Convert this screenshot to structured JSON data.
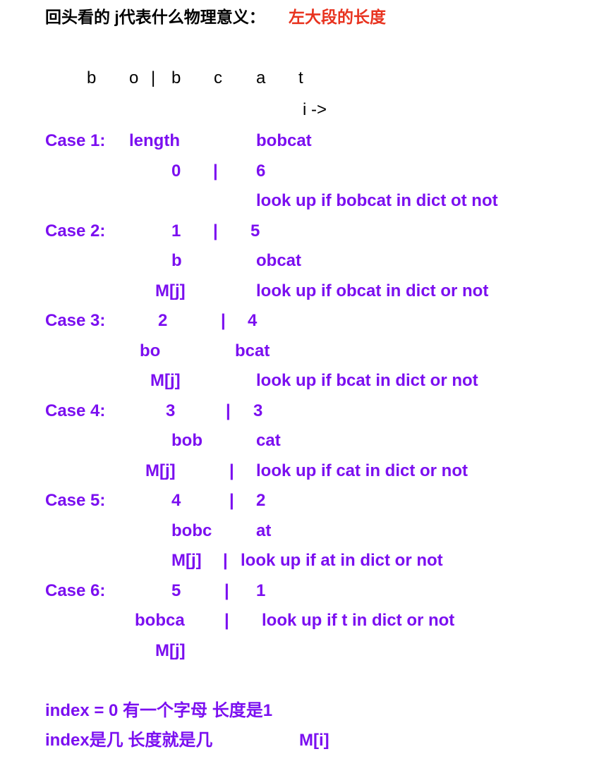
{
  "header": {
    "question": "回头看的 j代表什么物理意义：",
    "answer": "左大段的长度"
  },
  "letters": [
    "b",
    "o",
    "|",
    "b",
    "c",
    "a",
    "t"
  ],
  "pointer": "i ->",
  "cases": [
    {
      "label": "Case 1:",
      "rows": [
        [
          "length",
          "bobcat"
        ],
        [
          "0",
          "|",
          "6"
        ],
        [
          "look up if bobcat in dict ot not"
        ]
      ]
    },
    {
      "label": "Case 2:",
      "rows": [
        [
          "1",
          "|",
          "5"
        ],
        [
          "b",
          "obcat"
        ],
        [
          "M[j]",
          "look up if obcat in dict or not"
        ]
      ]
    },
    {
      "label": "Case 3:",
      "rows": [
        [
          "2",
          "|",
          "4"
        ],
        [
          "bo",
          "bcat"
        ],
        [
          "M[j]",
          "look up if bcat in dict or not"
        ]
      ]
    },
    {
      "label": "Case 4:",
      "rows": [
        [
          "3",
          "|",
          "3"
        ],
        [
          "bob",
          "cat"
        ],
        [
          "M[j]",
          "|",
          "look up if cat in dict or not"
        ]
      ]
    },
    {
      "label": "Case 5:",
      "rows": [
        [
          "4",
          "|",
          "2"
        ],
        [
          "bobc",
          "at"
        ],
        [
          "M[j]",
          "|",
          "look up if at in dict or not"
        ]
      ]
    },
    {
      "label": "Case 6:",
      "rows": [
        [
          "5",
          "|",
          "1"
        ],
        [
          "bobca",
          "|",
          "look up if t in dict or not"
        ],
        [
          "M[j]"
        ]
      ]
    }
  ],
  "notes": {
    "line1": "index = 0 有一个字母 长度是1",
    "line2": "index是几 长度就是几",
    "line2_right": "M[i]"
  }
}
